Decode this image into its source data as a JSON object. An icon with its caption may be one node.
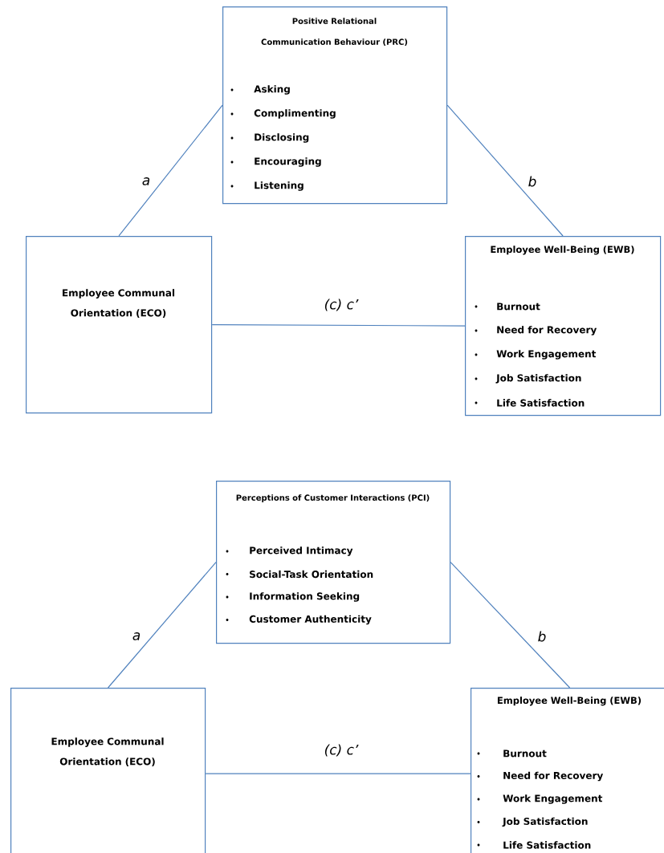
{
  "diagram": {
    "nodes": [
      {
        "text": [
          "Positive Relational Communication Behaviour (PRC)",
          "Asking",
          "Complimenting",
          "Disclosing",
          "Encouraging",
          "Listening"
        ]
      },
      {
        "text": [
          "Employee Communal Orientation (ECO)"
        ]
      },
      {
        "text": [
          "Employee Well-Being (EWB)",
          "Burnout",
          "Need for Recovery",
          "Work Engagement",
          "Job Satisfaction",
          "Life Satisfaction"
        ]
      },
      {
        "text": [
          "Perceptions of Customer Interactions (PCI)",
          "Perceived Intimacy",
          "Social-Task Orientation",
          "Information Seeking",
          "Customer Authenticity"
        ]
      },
      {
        "text": [
          "Employee Communal Orientation (ECO)"
        ]
      },
      {
        "text": [
          "Employee Well-Being (EWB)",
          "Burnout",
          "Need for Recovery",
          "Work Engagement",
          "Job Satisfaction",
          "Life Satisfaction"
        ]
      }
    ],
    "edges": [
      {
        "from": 0,
        "to": 1,
        "arrow": "none",
        "label": "a"
      },
      {
        "from": 0,
        "to": 2,
        "arrow": "none",
        "label": "b"
      },
      {
        "from": 1,
        "to": 2,
        "arrow": "none",
        "label": "(c) c’"
      },
      {
        "from": 3,
        "to": 4,
        "arrow": "none",
        "label": "a"
      },
      {
        "from": 3,
        "to": 5,
        "arrow": "none",
        "label": "b"
      },
      {
        "from": 4,
        "to": 5,
        "arrow": "none",
        "label": "(c) c’"
      }
    ]
  }
}
